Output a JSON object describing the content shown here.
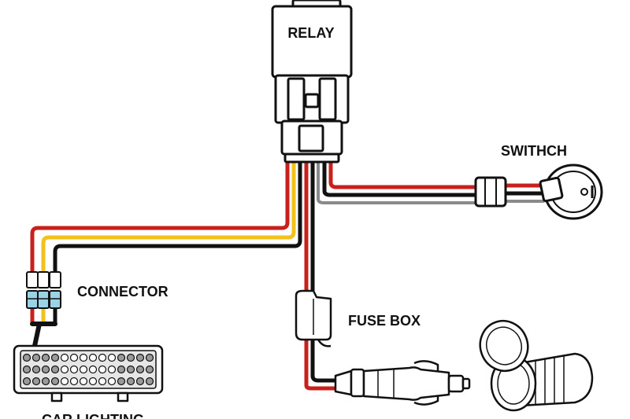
{
  "labels": {
    "relay": "RELAY",
    "switch": "SWITHCH",
    "connector": "CONNECTOR",
    "fuse_box": "FUSE BOX",
    "car_lighting": "CAR LIGHTING"
  },
  "colors": {
    "wire_red": "#c8201c",
    "wire_yellow": "#f2c11c",
    "wire_black": "#111111",
    "wire_gray": "#8a8a8a",
    "connector_blue": "#9bd3e6",
    "outline": "#111111"
  },
  "icons": [
    "relay-icon",
    "switch-icon",
    "connector-icon",
    "fuse-box-icon",
    "light-bar-icon",
    "cigarette-plug-icon",
    "socket-icon"
  ]
}
